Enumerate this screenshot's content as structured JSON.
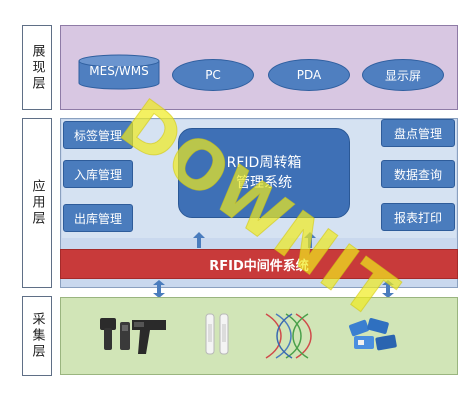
{
  "layers": {
    "presentation": {
      "label": "展现层",
      "items": [
        "MES/WMS",
        "PC",
        "PDA",
        "显示屏"
      ]
    },
    "application": {
      "label": "应用层",
      "left_modules": [
        "标签管理",
        "入库管理",
        "出库管理"
      ],
      "right_modules": [
        "盘点管理",
        "数据查询",
        "报表打印"
      ],
      "center_title_line1": "RFID周转箱",
      "center_title_line2": "管理系统"
    },
    "middleware": {
      "label": "RFID中间件系统"
    },
    "collection": {
      "label": "采集层",
      "devices": [
        "handheld-reader-icon",
        "gate-antenna-icon",
        "rf-wave-icon",
        "rfid-tag-icon"
      ]
    }
  },
  "watermark": "DOWNIT",
  "colors": {
    "presentation_bg": "#d8c7e2",
    "application_bg": "#c9d8ee",
    "collection_bg": "#d1e5b7",
    "module_blue": "#4a7cbd",
    "middleware_red": "#c83a3a"
  }
}
